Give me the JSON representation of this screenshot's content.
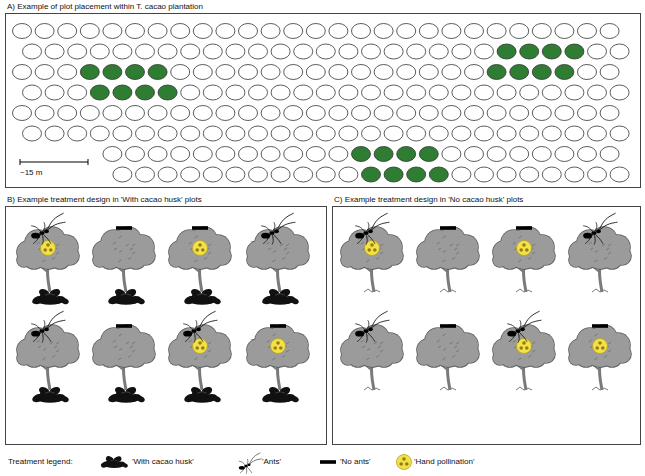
{
  "diagram": {
    "nodes": [
      {
        "text": [
          "A) Example of plot placement within T. cacao plantation"
        ]
      },
      {
        "text": [
          "B) Example treatment design in 'With cacao husk' plots"
        ]
      },
      {
        "text": [
          "C) Example treatment design in 'No cacao husk' plots"
        ]
      }
    ],
    "labels": [
      "~15 m",
      "Treatment legend:"
    ],
    "legend": [
      {
        "text": "'With cacao husk'"
      },
      {
        "text": "'Ants'"
      },
      {
        "text": "'No ants'"
      },
      {
        "text": "'Hand pollination'"
      }
    ]
  }
}
